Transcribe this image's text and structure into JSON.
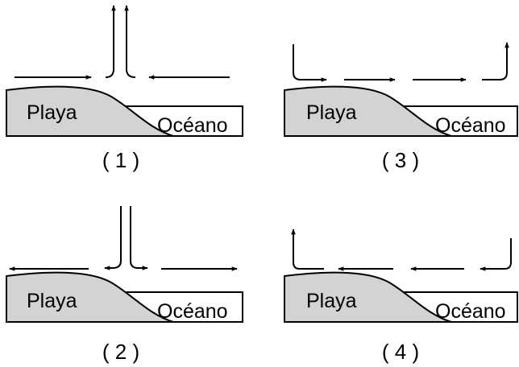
{
  "panels": [
    {
      "beach_label": "Playa",
      "ocean_label": "Océano",
      "caption": "( 1 )"
    },
    {
      "beach_label": "Playa",
      "ocean_label": "Océano",
      "caption": "( 2 )"
    },
    {
      "beach_label": "Playa",
      "ocean_label": "Océano",
      "caption": "( 3 )"
    },
    {
      "beach_label": "Playa",
      "ocean_label": "Océano",
      "caption": "( 4 )"
    }
  ],
  "colors": {
    "beach_fill": "#d3d3d3",
    "ink": "#000000",
    "background": "#ffffff"
  }
}
